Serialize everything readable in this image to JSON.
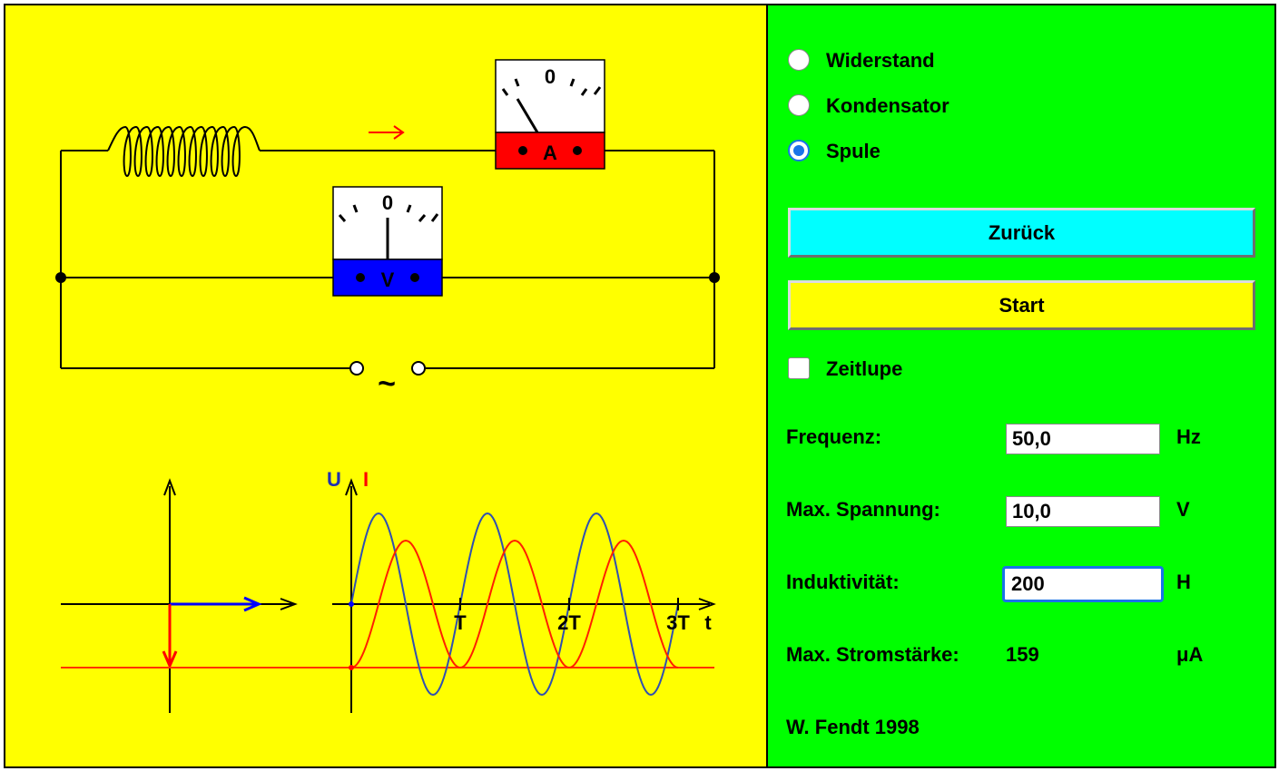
{
  "component_options": [
    {
      "label": "Widerstand",
      "checked": false
    },
    {
      "label": "Kondensator",
      "checked": false
    },
    {
      "label": "Spule",
      "checked": true
    }
  ],
  "buttons": {
    "back": "Zurück",
    "start": "Start"
  },
  "slow_motion": {
    "label": "Zeitlupe",
    "checked": false
  },
  "params": {
    "frequency": {
      "label": "Frequenz:",
      "value": "50,0",
      "unit": "Hz"
    },
    "max_voltage": {
      "label": "Max. Spannung:",
      "value": "10,0",
      "unit": "V"
    },
    "inductance": {
      "label": "Induktivität:",
      "value": "200",
      "unit": "H"
    },
    "max_current": {
      "label": "Max. Stromstärke:",
      "value": "159",
      "unit": "μA"
    }
  },
  "credit": "W. Fendt 1998",
  "meters": {
    "ammeter": {
      "zero_label": "0",
      "symbol": "A"
    },
    "voltmeter": {
      "zero_label": "0",
      "symbol": "V"
    }
  },
  "source_symbol": "~",
  "graph": {
    "y_label_u": "U",
    "y_label_i": "I",
    "x_label": "t",
    "ticks": [
      "T",
      "2T",
      "3T"
    ]
  },
  "colors": {
    "canvas_bg": "#ffff00",
    "panel_bg": "#00ff00",
    "back_button": "#00ffff",
    "start_button": "#ffff00",
    "voltage": "#0000ff",
    "current": "#ff0000",
    "ammeter_body": "#ff0000",
    "voltmeter_body": "#0000ff"
  }
}
